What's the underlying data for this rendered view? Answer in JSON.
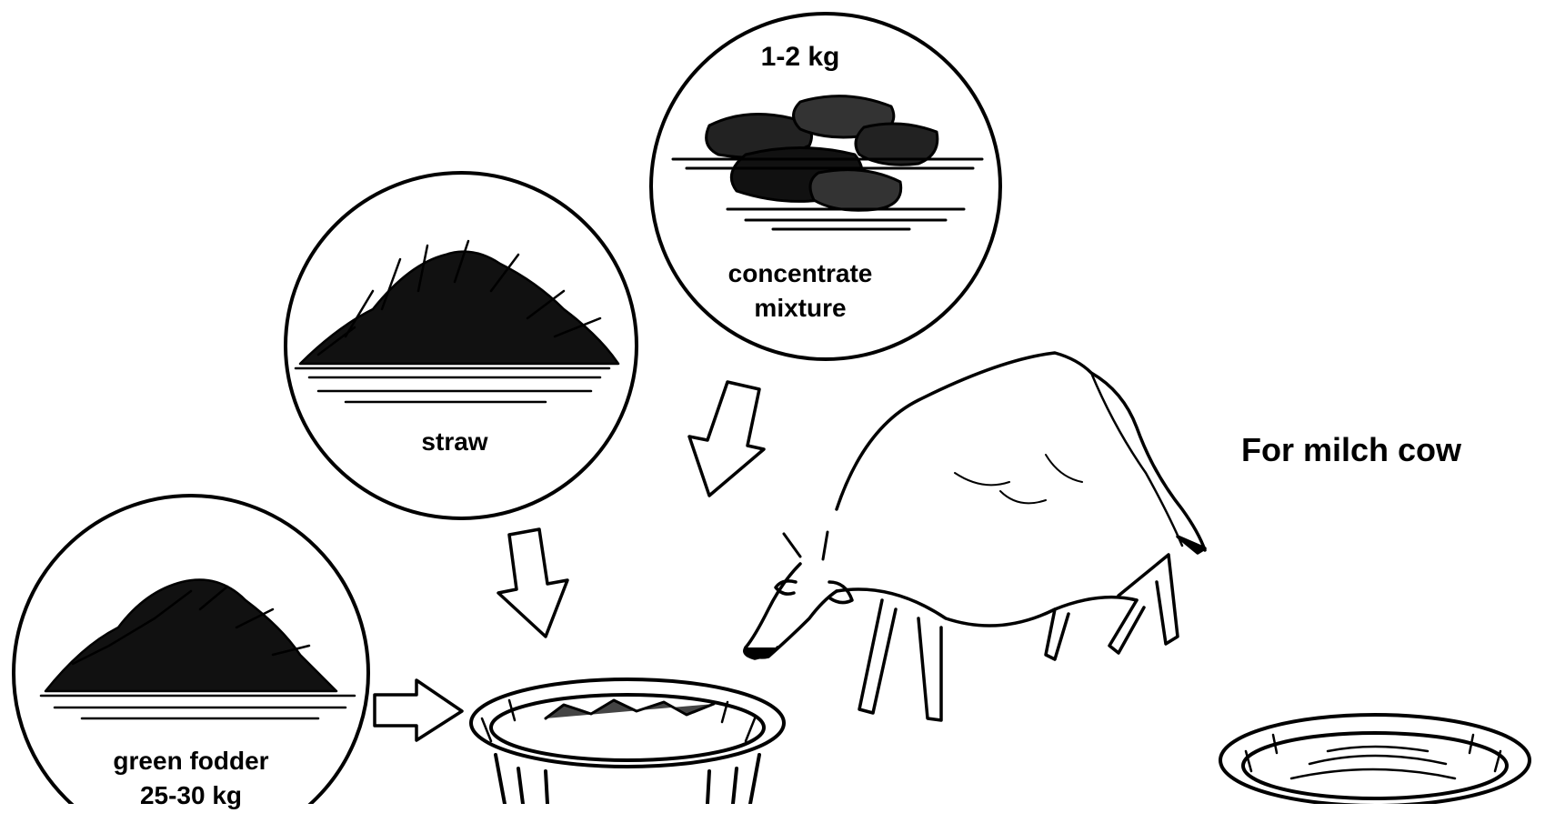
{
  "caption": "For milch cow",
  "items": {
    "concentrate": {
      "quantity": "1-2 kg",
      "name": "concentrate mixture"
    },
    "straw": {
      "name": "straw"
    },
    "green_fodder": {
      "name": "green fodder",
      "quantity": "25-30 kg"
    }
  },
  "colors": {
    "ink": "#000000",
    "paper": "#ffffff"
  }
}
